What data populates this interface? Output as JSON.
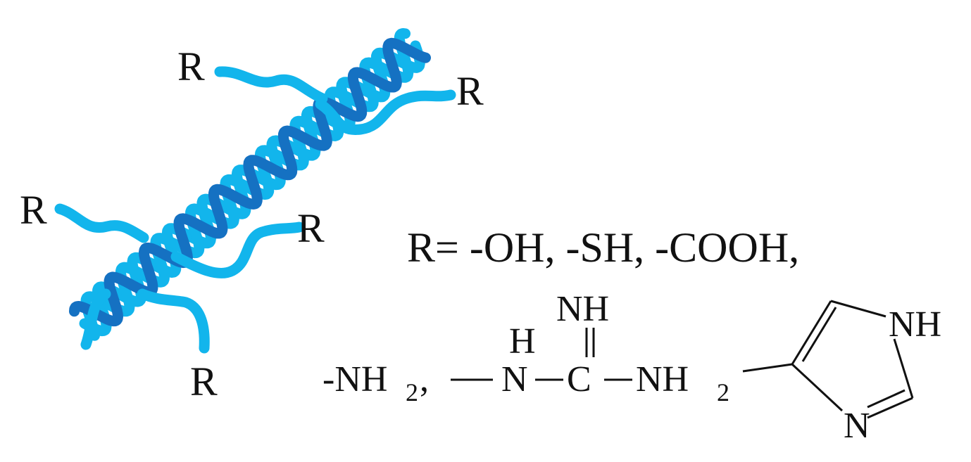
{
  "colors": {
    "strand_light": "#12b5ec",
    "strand_dark": "#1571c2",
    "text": "#111111"
  },
  "labels": {
    "r_group": "R",
    "definition_line1": "R= -OH, -SH, -COOH,",
    "amine_prefix": "-NH",
    "amine_sub": "2",
    "amine_comma": ",",
    "guanidine_h": "H",
    "guanidine_n": "N",
    "guanidine_c": "C",
    "guanidine_nh_top": "NH",
    "guanidine_nh2": "NH",
    "guanidine_sub": "2",
    "imidazole_nh": "NH",
    "imidazole_n": "N"
  }
}
